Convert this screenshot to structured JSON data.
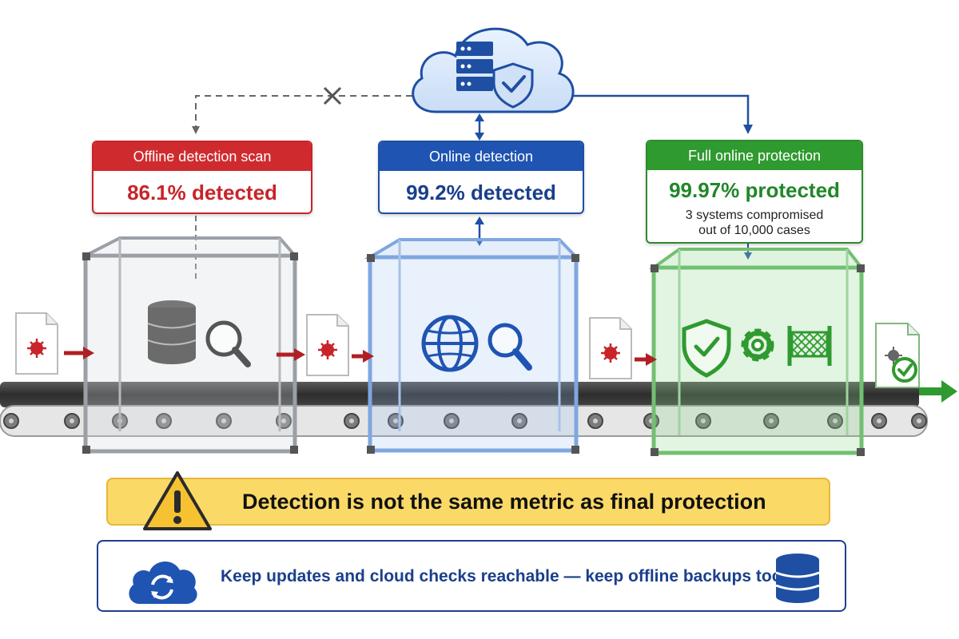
{
  "colors": {
    "offline": "#cf2b2f",
    "online": "#1f54b2",
    "protection": "#2f9a2f",
    "warning_fill": "#fbd967",
    "advice_border": "#1f3f8f"
  },
  "cloud_server": {
    "icons": [
      "cloud-icon",
      "server-stack-icon",
      "shield-check-icon"
    ]
  },
  "stages": [
    {
      "title": "Offline detection scan",
      "value": "86.1% detected",
      "icons": [
        "database-icon",
        "magnifier-icon"
      ]
    },
    {
      "title": "Online detection",
      "value": "99.2% detected",
      "icons": [
        "globe-icon",
        "magnifier-icon"
      ]
    },
    {
      "title": "Full online protection",
      "value": "99.97% protected",
      "note_line1": "3 systems compromised",
      "note_line2": "out of 10,000 cases",
      "icons": [
        "shield-check-icon",
        "gear-icon",
        "net-barrier-icon"
      ]
    }
  ],
  "warning": {
    "text": "Detection is not the same metric as final protection",
    "icon": "warning-triangle-icon"
  },
  "advice": {
    "text": "Keep updates and cloud checks reachable — keep offline backups too",
    "icons": [
      "cloud-sync-icon",
      "database-icon"
    ]
  }
}
